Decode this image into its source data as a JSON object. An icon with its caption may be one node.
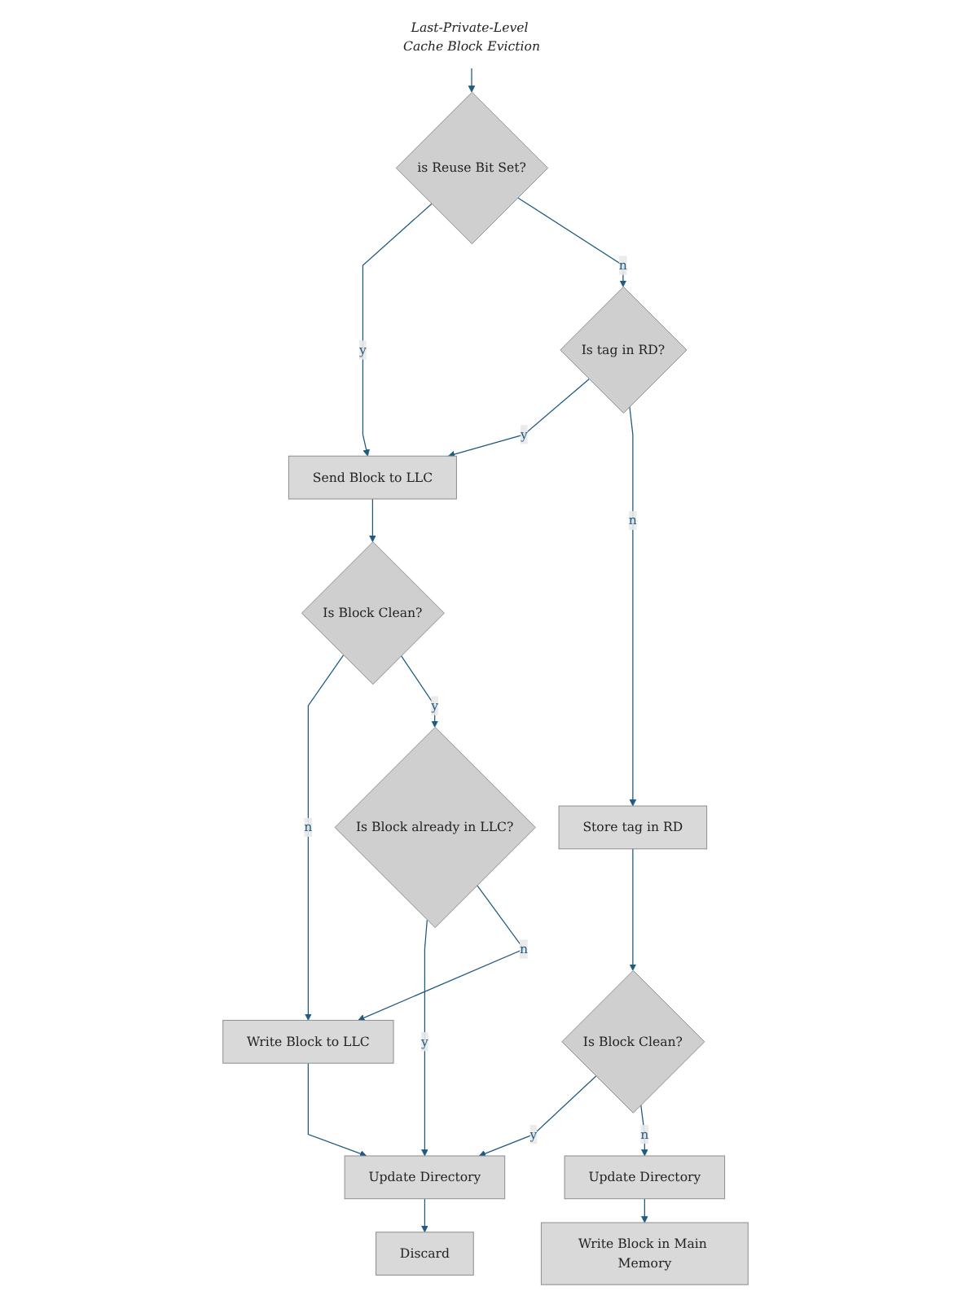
{
  "diagram": {
    "nodes": [
      {
        "text": [
          "Last-Private-Level Cache Block Eviction"
        ]
      },
      {
        "text": [
          "is Reuse Bit Set?"
        ]
      },
      {
        "text": [
          "Is tag in RD?"
        ]
      },
      {
        "text": [
          "Store tag in RD"
        ]
      },
      {
        "text": [
          "Is Block Clean?"
        ]
      },
      {
        "text": [
          "Update Directory"
        ]
      },
      {
        "text": [
          "Write Block in Main Memory"
        ]
      },
      {
        "text": [
          "Send Block to LLC"
        ]
      },
      {
        "text": [
          "Is Block Clean?"
        ]
      },
      {
        "text": [
          "Is Block already in LLC?"
        ]
      },
      {
        "text": [
          "Write Block to LLC"
        ]
      },
      {
        "text": [
          "Update Directory"
        ]
      },
      {
        "text": [
          "Discard"
        ]
      }
    ],
    "edges": [
      {
        "from": 0,
        "to": 1,
        "arrow": "to"
      },
      {
        "from": 1,
        "to": 7,
        "arrow": "to",
        "label": "y"
      },
      {
        "from": 1,
        "to": 2,
        "arrow": "to",
        "label": "n"
      },
      {
        "from": 2,
        "to": 7,
        "arrow": "to",
        "label": "y"
      },
      {
        "from": 2,
        "to": 3,
        "arrow": "to",
        "label": "n"
      },
      {
        "from": 3,
        "to": 4,
        "arrow": "to"
      },
      {
        "from": 4,
        "to": 11,
        "arrow": "to",
        "label": "y"
      },
      {
        "from": 4,
        "to": 5,
        "arrow": "to",
        "label": "n"
      },
      {
        "from": 5,
        "to": 6,
        "arrow": "to"
      },
      {
        "from": 7,
        "to": 8,
        "arrow": "to"
      },
      {
        "from": 8,
        "to": 10,
        "arrow": "to",
        "label": "n"
      },
      {
        "from": 8,
        "to": 9,
        "arrow": "to",
        "label": "y"
      },
      {
        "from": 9,
        "to": 11,
        "arrow": "to",
        "label": "y"
      },
      {
        "from": 9,
        "to": 10,
        "arrow": "to",
        "label": "n"
      },
      {
        "from": 10,
        "to": 11,
        "arrow": "to"
      },
      {
        "from": 11,
        "to": 12,
        "arrow": "to"
      }
    ]
  }
}
